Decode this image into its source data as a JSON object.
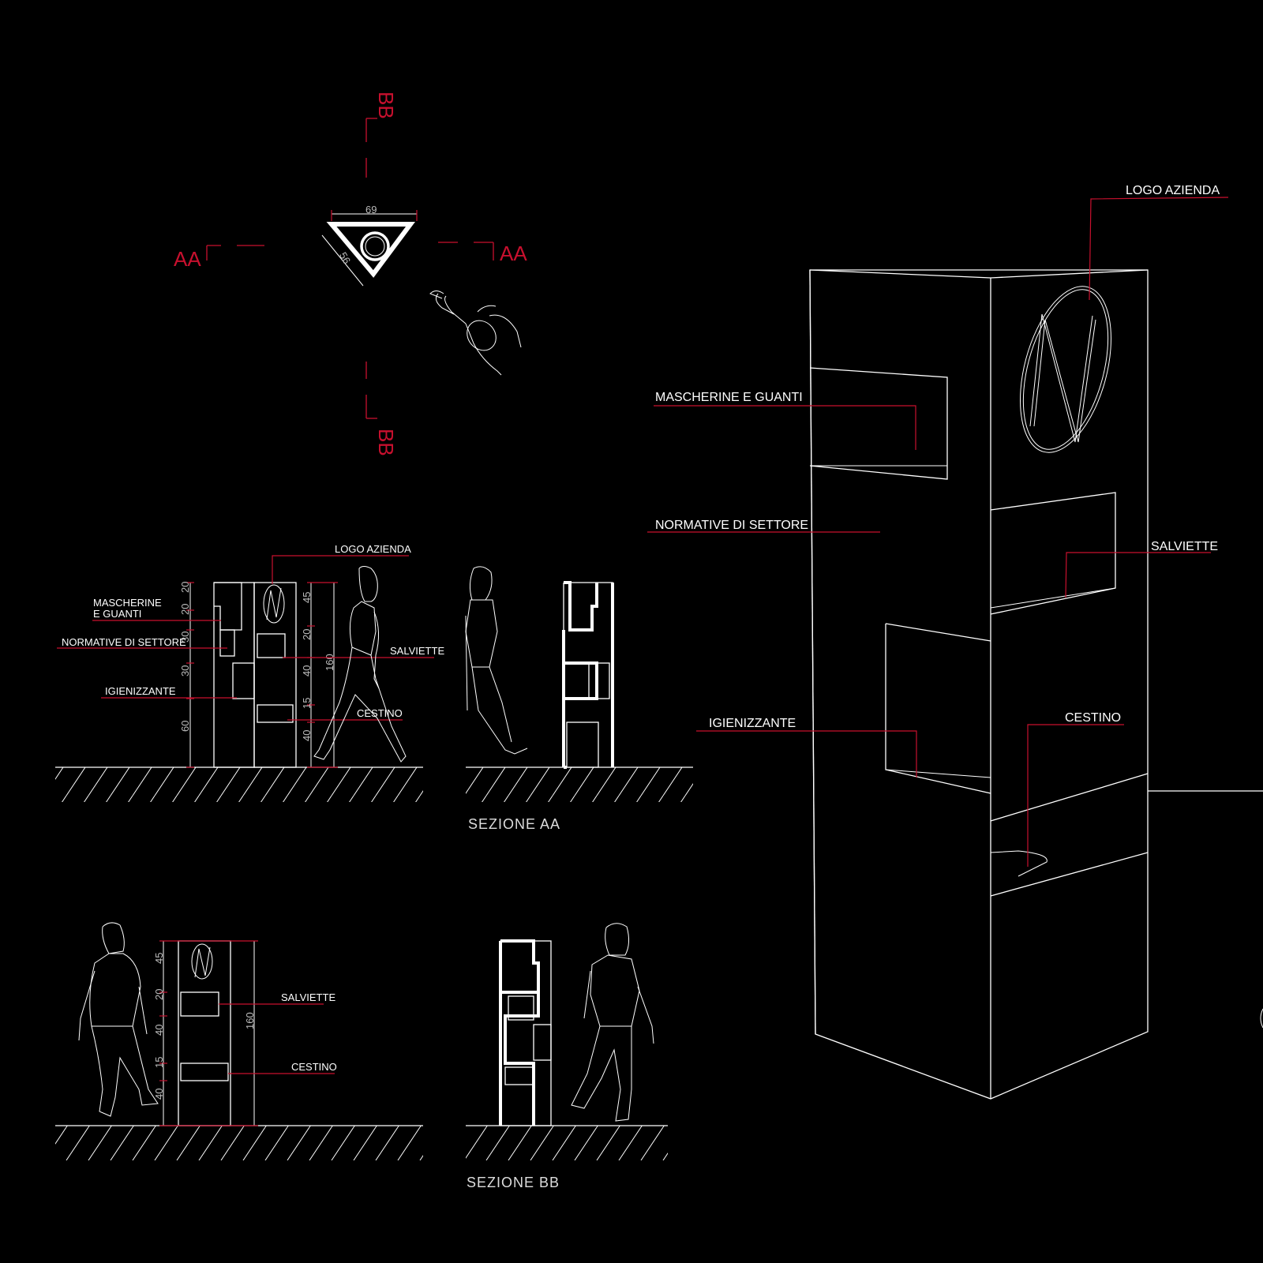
{
  "plan": {
    "section_aa": "AA",
    "section_bb": "BB",
    "dims": {
      "width": "69",
      "side": "56"
    }
  },
  "elevation_front": {
    "labels": {
      "logo": "LOGO AZIENDA",
      "masks_line1": "MASCHERINE",
      "masks_line2": "E GUANTI",
      "regulations": "NORMATIVE DI SETTORE",
      "sanitizer": "IGIENIZZANTE",
      "wipes": "SALVIETTE",
      "bin": "CESTINO"
    },
    "left_dims": [
      "20",
      "20",
      "30",
      "30",
      "60"
    ],
    "right_dims": [
      "45",
      "20",
      "40",
      "15",
      "40"
    ],
    "total": "160"
  },
  "section_aa_title": "SEZIONE AA",
  "elevation_side": {
    "labels": {
      "wipes": "SALVIETTE",
      "bin": "CESTINO"
    },
    "dims": [
      "45",
      "20",
      "40",
      "15",
      "40"
    ],
    "total": "160"
  },
  "section_bb_title": "SEZIONE BB",
  "perspective": {
    "labels": {
      "logo": "LOGO AZIENDA",
      "masks": "MASCHERINE E GUANTI",
      "regulations": "NORMATIVE DI SETTORE",
      "wipes": "SALVIETTE",
      "sanitizer": "IGIENIZZANTE",
      "bin": "CESTINO"
    }
  },
  "colors": {
    "background": "#000000",
    "lines": "#ffffff",
    "annotations": "#c8102e"
  }
}
